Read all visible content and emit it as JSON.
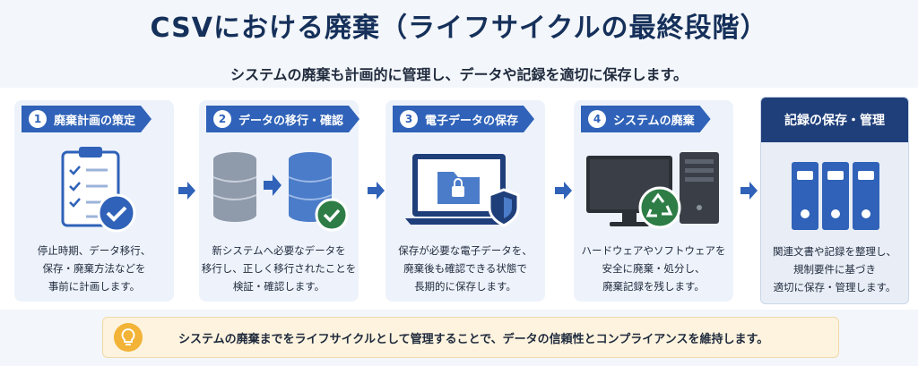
{
  "title": "CSVにおける廃棄（ライフサイクルの最終段階）",
  "subtitle": "システムの廃棄も計画的に管理し、データや記録を適切に保存します。",
  "steps": [
    {
      "num": "1",
      "label": "廃棄計画の策定",
      "desc": "停止時期、データ移行、\n保存・廃棄方法などを\n事前に計画します。"
    },
    {
      "num": "2",
      "label": "データの移行・確認",
      "desc": "新システムへ必要なデータを\n移行し、正しく移行されたことを\n検証・確認します。"
    },
    {
      "num": "3",
      "label": "電子データの保存",
      "desc": "保存が必要な電子データを、\n廃棄後も確認できる状態で\n長期的に保存します。"
    },
    {
      "num": "4",
      "label": "システムの廃棄",
      "desc": "ハードウェアやソフトウェアを\n安全に廃棄・処分し、\n廃棄記録を残します。"
    }
  ],
  "final": {
    "label": "記録の保存・管理",
    "desc": "関連文書や記録を整理し、\n規制要件に基づき\n適切に保存・管理します。"
  },
  "note": "システムの廃棄までをライフサイクルとして管理することで、データの信頼性とコンプライアンスを維持します。",
  "colors": {
    "primary": "#2f62b8",
    "navy": "#1f3f7a",
    "check": "#2e7d46",
    "note_bg": "#fdf3de",
    "bulb": "#f2b336"
  }
}
